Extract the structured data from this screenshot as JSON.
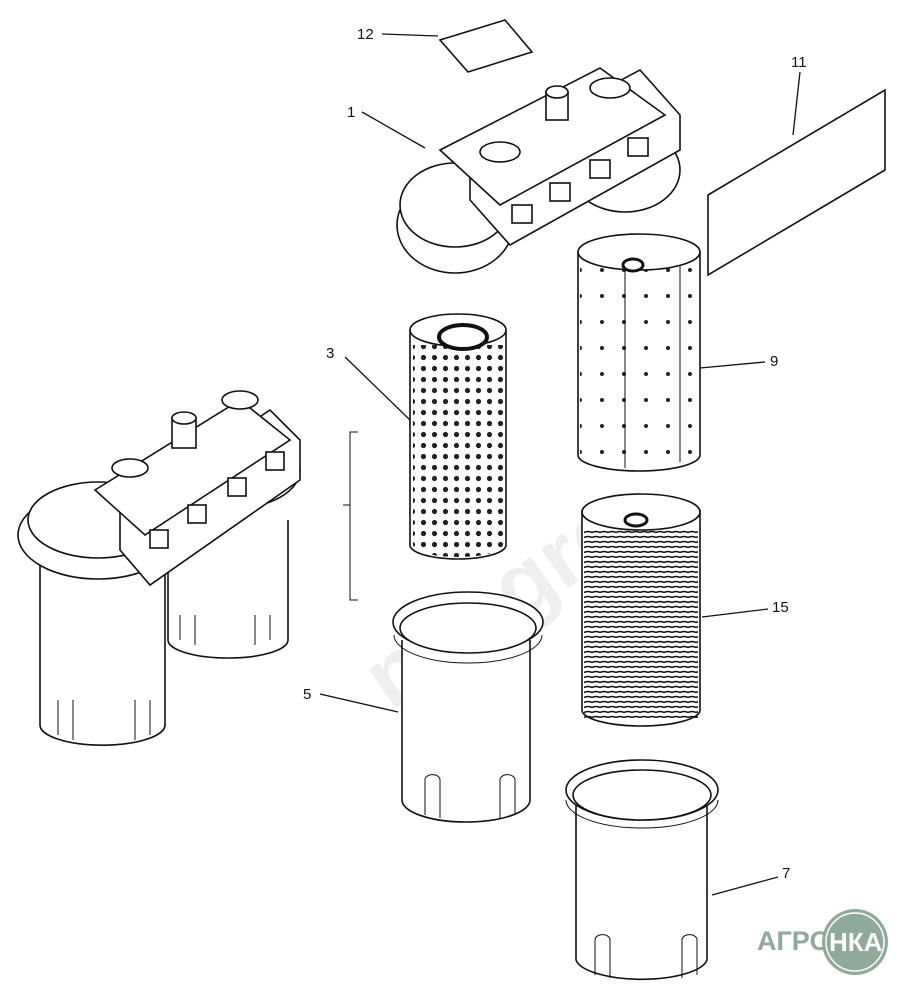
{
  "diagram": {
    "callouts": {
      "c12": "12",
      "c1": "1",
      "c11": "11",
      "c3": "3",
      "c9": "9",
      "c15": "15",
      "c5": "5",
      "c7": "7"
    },
    "watermark": "nkagro",
    "logo": {
      "left": "АГРО",
      "right": "НКА",
      "color": "#8fa99a"
    }
  }
}
